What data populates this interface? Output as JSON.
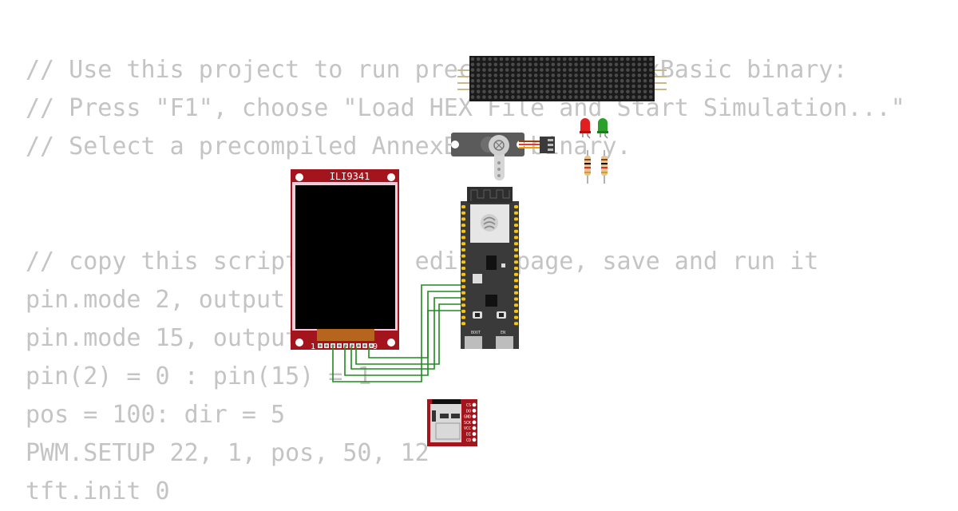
{
  "code": {
    "lines": [
      "// Use this project to run precompiled AnnexBasic binary:",
      "// Press \"F1\", choose \"Load HEX File and Start Simulation...\"",
      "// Select a precompiled AnnexBasic binary.",
      "",
      "// copy this script to the editor page, save and run it",
      "pin.mode 2, output",
      "pin.mode 15, output",
      "pin(2) = 0 : pin(15) = 1",
      "pos = 100: dir = 5",
      "PWM.SETUP 22, 1, pos, 50, 12",
      "tft.init 0"
    ]
  },
  "components": {
    "tft_label": "ILI9341",
    "tft_pin_first": "1",
    "tft_pin_last": "9",
    "esp_boot_label": "BOOT",
    "esp_en_label": "EN",
    "sd_pins": [
      "CS",
      "DO",
      "GND",
      "SCK",
      "VCC",
      "DI",
      "CD"
    ]
  },
  "colors": {
    "code_text": "#c4c4c4",
    "wire": "#1f8a1f",
    "pcb_red": "#a3141c",
    "esp_board": "#3a3a3a",
    "led_red": "#e02020",
    "led_green": "#2aa02a",
    "matrix_body": "#1a1a1a"
  }
}
